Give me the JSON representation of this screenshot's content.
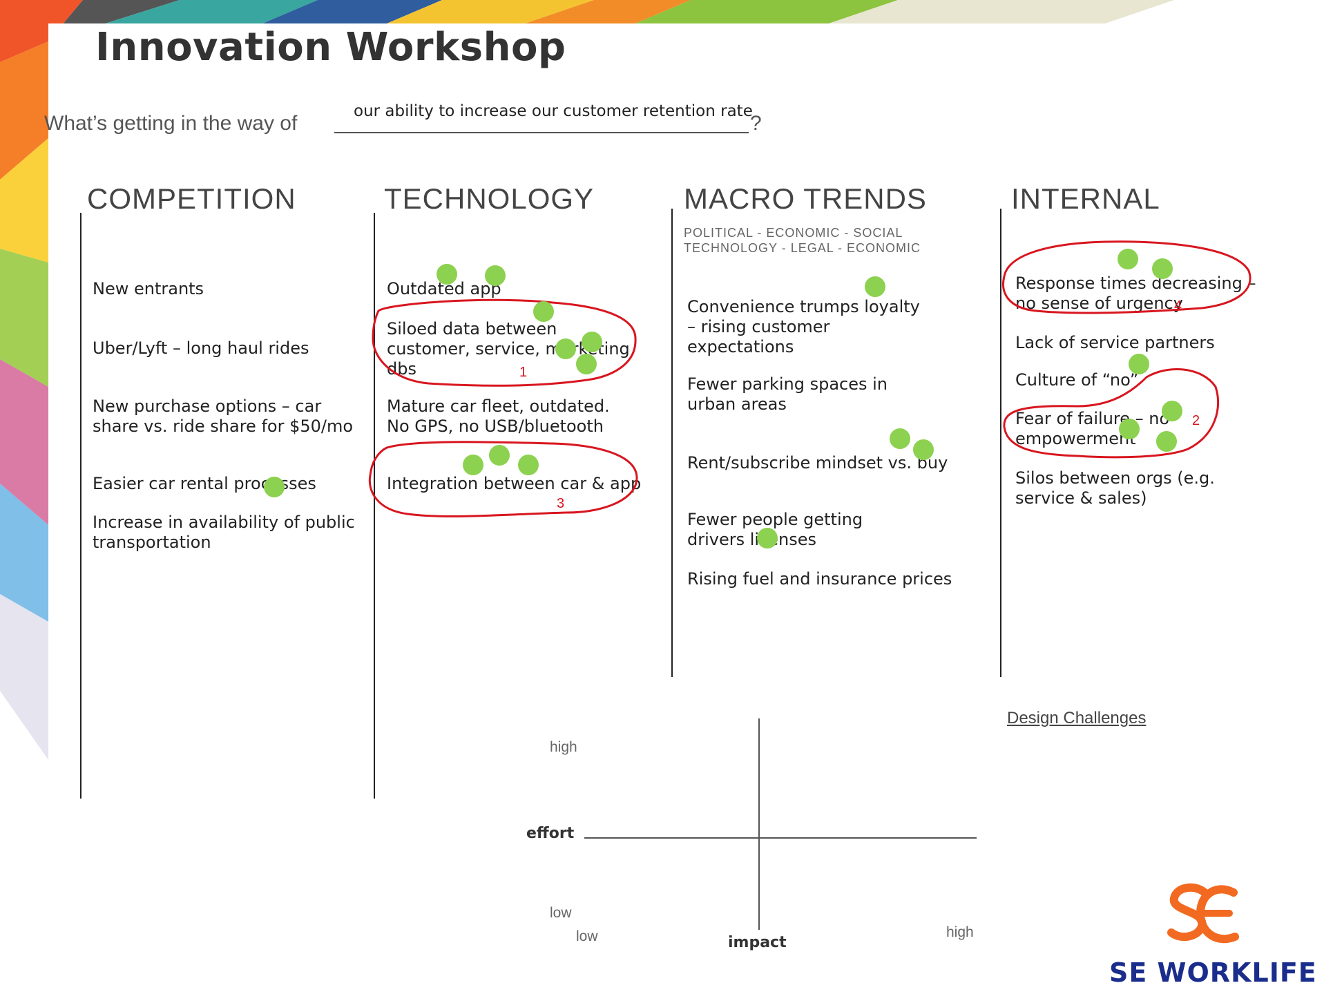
{
  "title": "Innovation Workshop",
  "prompt": {
    "lead": "What’s getting in the way of",
    "answer": "our ability to increase our customer retention rate",
    "end": "?"
  },
  "columns": [
    {
      "heading": "COMPETITION",
      "items": [
        "New entrants",
        "Uber/Lyft – long haul rides",
        "New purchase options – car share vs. ride share for $50/mo",
        "Easier car rental processes",
        "Increase in availability of public transportation"
      ]
    },
    {
      "heading": "TECHNOLOGY",
      "items": [
        "Outdated app",
        "Siloed data between customer, service, marketing dbs",
        "Mature car fleet, outdated. No GPS, no USB/bluetooth",
        "Integration between car & app"
      ]
    },
    {
      "heading": "MACRO TRENDS",
      "subtitle_line1": "POLITICAL  -  ECONOMIC  -  SOCIAL",
      "subtitle_line2": "TECHNOLOGY  -  LEGAL  -  ECONOMIC",
      "items": [
        "Convenience trumps loyalty – rising customer expectations",
        "Fewer parking spaces in urban areas",
        "Rent/subscribe mindset vs. buy",
        "Fewer people getting drivers licenses",
        "Rising fuel and insurance prices"
      ]
    },
    {
      "heading": "INTERNAL",
      "items": [
        "Response times decreasing – no sense of urgency",
        "Lack of service partners",
        "Culture of “no”",
        "Fear of failure – no empowerment",
        "Silos between orgs (e.g. service & sales)"
      ]
    }
  ],
  "priority_numbers": {
    "siloed": "1",
    "fear": "2",
    "integration": "3",
    "response": "4"
  },
  "matrix": {
    "effort_label": "effort",
    "impact_label": "impact",
    "effort_high": "high",
    "effort_low": "low",
    "impact_low": "low",
    "impact_high": "high"
  },
  "design_challenges_link": "Design Challenges",
  "logo": {
    "text": "SE WORKLIFE"
  },
  "colors": {
    "dot": "#8cd14f",
    "circle": "#d8161f",
    "logo_orange": "#f26a21",
    "logo_blue": "#1a2d8c"
  }
}
